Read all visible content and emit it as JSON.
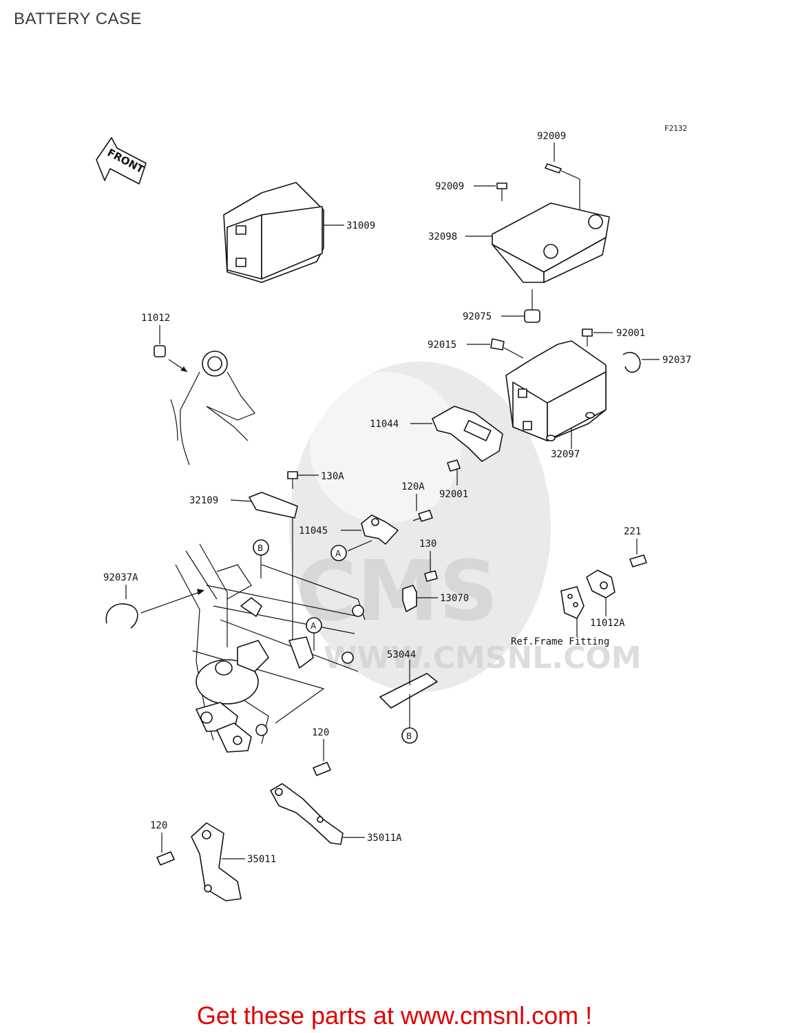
{
  "title": "BATTERY CASE",
  "figure_code": "F2132",
  "front_label": "FRONT",
  "note": "Ref.Frame Fitting",
  "watermark": {
    "brand": "CMS",
    "url": "WWW.CMSNL.COM"
  },
  "callouts": [
    "A",
    "B",
    "A",
    "B"
  ],
  "parts": {
    "p92009a": "92009",
    "p92009b": "92009",
    "p31009": "31009",
    "p32098": "32098",
    "p11012": "11012",
    "p92075": "92075",
    "p92015": "92015",
    "p92001a": "92001",
    "p92037": "92037",
    "p11044": "11044",
    "p32097": "32097",
    "p130A": "130A",
    "p92001b": "92001",
    "p120A": "120A",
    "p32109": "32109",
    "p11045": "11045",
    "p221": "221",
    "p130": "130",
    "p92037A": "92037A",
    "p13070": "13070",
    "p11012A": "11012A",
    "p53044": "53044",
    "p120a": "120",
    "p120b": "120",
    "p35011A": "35011A",
    "p35011": "35011"
  },
  "cta": "Get these parts at www.cmsnl.com !",
  "colors": {
    "cta": "#e00000",
    "title": "#3a3a3a",
    "ink": "#111111"
  }
}
